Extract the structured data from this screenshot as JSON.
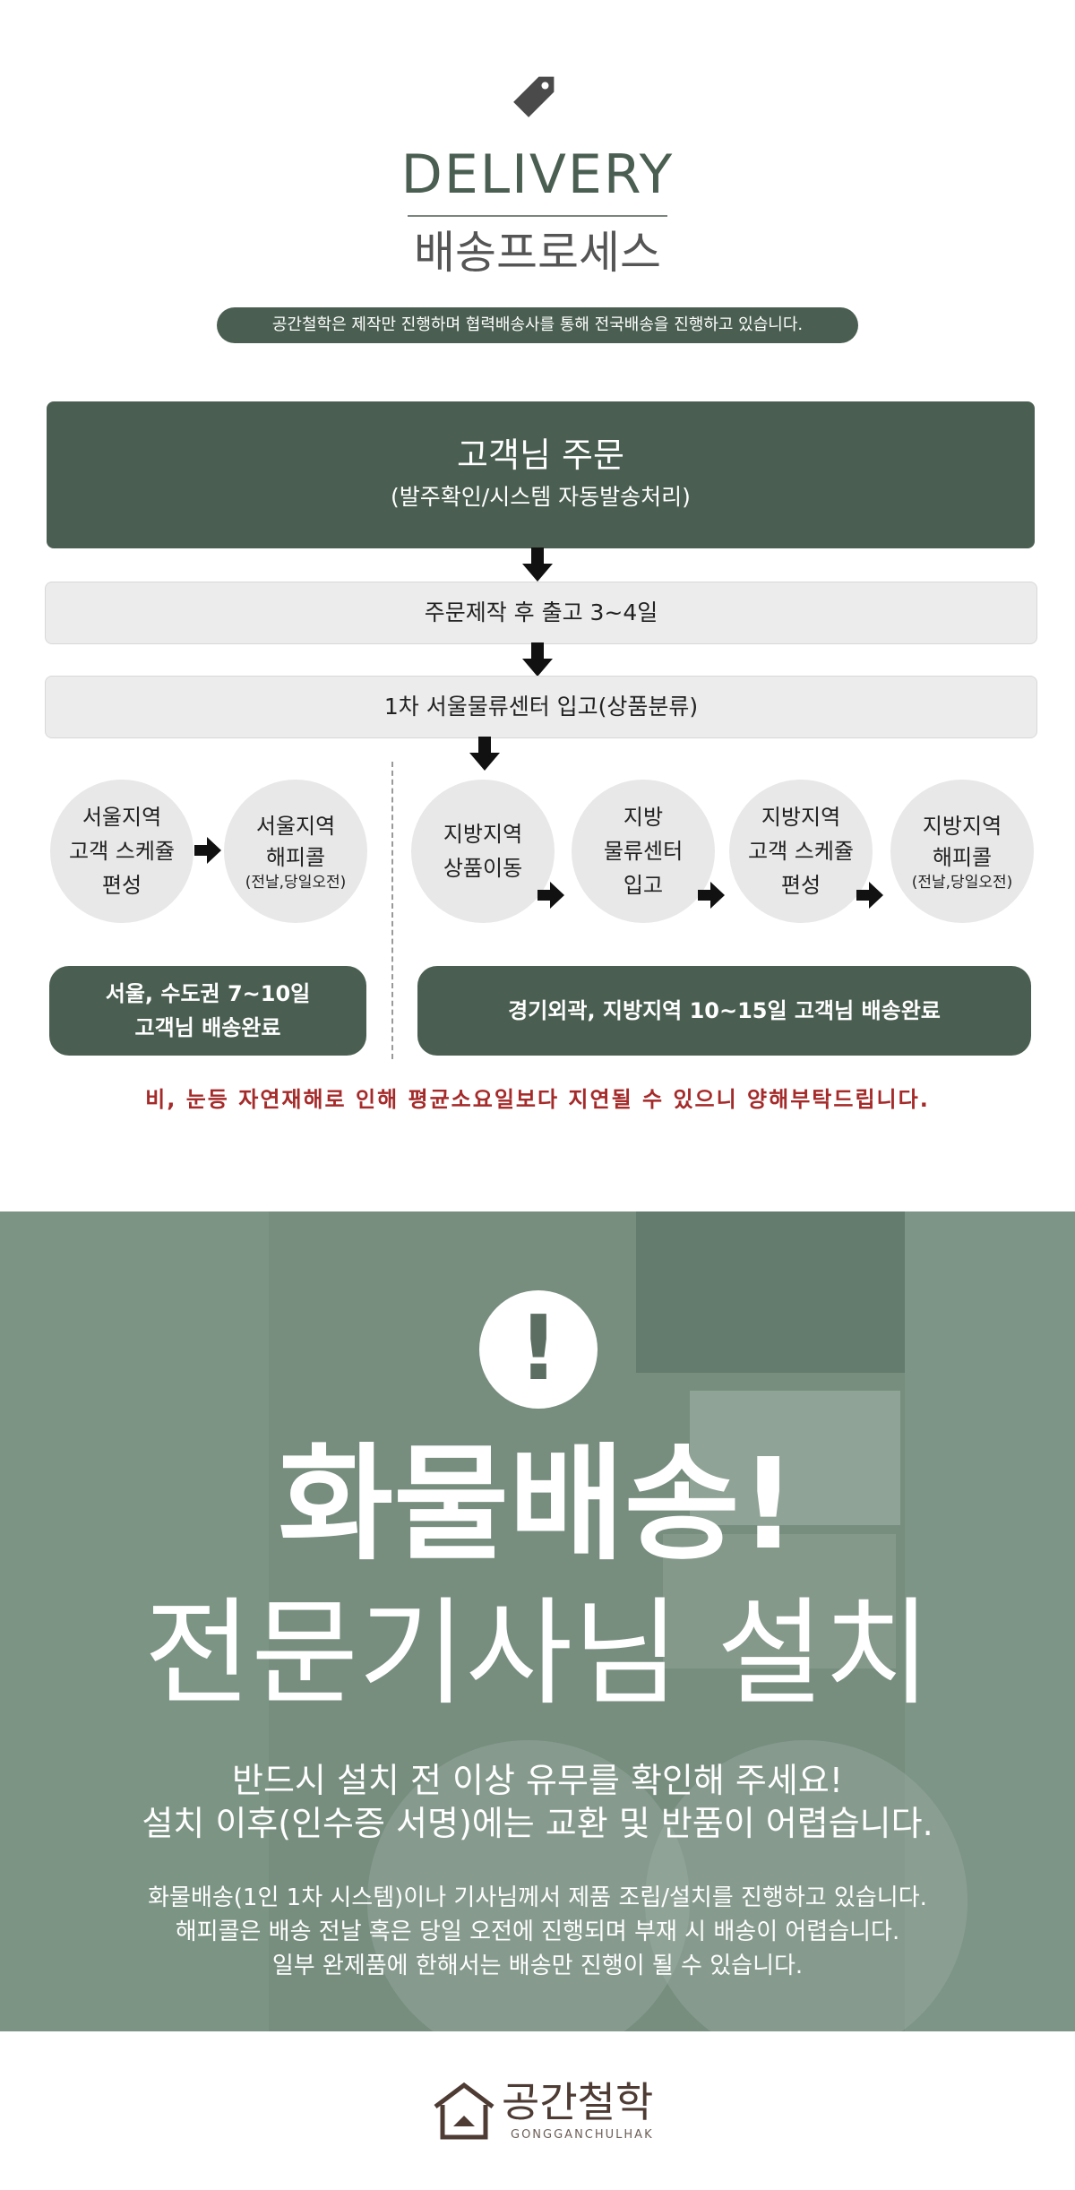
{
  "header": {
    "title_en": "DELIVERY",
    "title_ko": "배송프로세스",
    "notice": "공간철학은 제작만 진행하며 협력배송사를 통해 전국배송을 진행하고 있습니다."
  },
  "process": {
    "order_title": "고객님 주문",
    "order_sub": "(발주확인/시스템 자동발송처리)",
    "step1": "주문제작 후 출고 3~4일",
    "step2": "1차 서울물류센터 입고(상품분류)",
    "seoul_circle1": [
      "서울지역",
      "고객 스케쥴",
      "편성"
    ],
    "seoul_circle2": [
      "서울지역",
      "해피콜"
    ],
    "seoul_circle2_note": "(전날,당일오전)",
    "local_circle1": [
      "지방지역",
      "상품이동"
    ],
    "local_circle2": [
      "지방",
      "물류센터",
      "입고"
    ],
    "local_circle3": [
      "지방지역",
      "고객 스케쥴",
      "편성"
    ],
    "local_circle4": [
      "지방지역",
      "해피콜"
    ],
    "local_circle4_note": "(전날,당일오전)",
    "seoul_done": [
      "서울, 수도권 7~10일",
      "고객님 배송완료"
    ],
    "local_done": "경기외곽, 지방지역 10~15일  고객님 배송완료",
    "warning": "비, 눈등 자연재해로 인해 평균소요일보다 지연될 수 있으니 양해부탁드립니다."
  },
  "banner": {
    "exclamation": "!",
    "title1": "화물배송!",
    "title2": "전문기사님 설치",
    "line1": "반드시 설치 전 이상 유무를 확인해 주세요!",
    "line2": "설치 이후(인수증 서명)에는 교환 및 반품이 어렵습니다.",
    "small1": "화물배송(1인 1차 시스템)이나 기사님께서 제품 조립/설치를 진행하고 있습니다.",
    "small2": "해피콜은 배송 전날 혹은 당일 오전에 진행되며 부재 시 배송이 어렵습니다.",
    "small3": "일부 완제품에 한해서는 배송만 진행이 될 수 있습니다."
  },
  "footer": {
    "logo_ko": "공간철학",
    "logo_en": "GONGGANCHULHAK"
  },
  "colors": {
    "brand_green": "#4a5f51",
    "warning_red": "#a52a2a",
    "logo_brown": "#4d3b34"
  },
  "icons": [
    "price-tag-icon",
    "arrow-down-icon",
    "arrow-right-icon",
    "exclamation-icon",
    "house-logo-icon"
  ]
}
